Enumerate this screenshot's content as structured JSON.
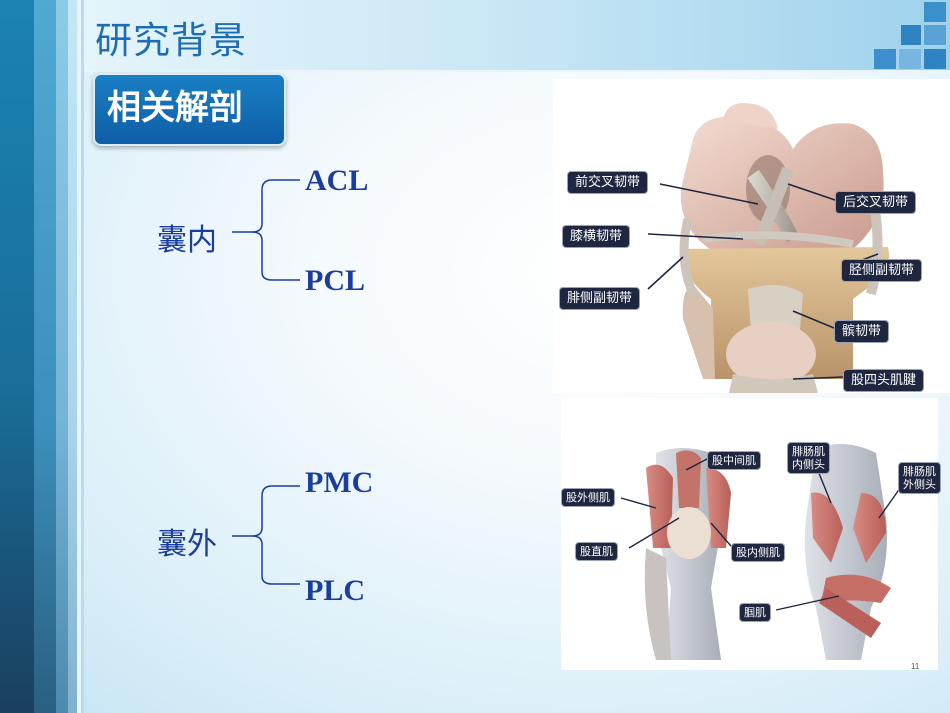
{
  "slide": {
    "title": "研究背景",
    "section_button": "相关解剖",
    "page_number": "11"
  },
  "groups": [
    {
      "category": "囊内",
      "items": [
        "ACL",
        "PCL"
      ]
    },
    {
      "category": "囊外",
      "items": [
        "PMC",
        "PLC"
      ]
    }
  ],
  "figure_top": {
    "labels": [
      "前交叉韧带",
      "后交叉韧带",
      "膝横韧带",
      "胫侧副韧带",
      "腓侧副韧带",
      "髌韧带",
      "股四头肌腱"
    ]
  },
  "figure_bottom": {
    "labels": [
      "股中间肌",
      "腓肠肌内侧头",
      "腓肠肌外侧头",
      "股外侧肌",
      "股直肌",
      "股内侧肌",
      "腘肌"
    ],
    "multiline": {
      "med_head_1": "腓肠肌",
      "med_head_2": "内侧头",
      "lat_head_1": "腓肠肌",
      "lat_head_2": "外侧头"
    }
  },
  "colors": {
    "title": "#1e6db4",
    "button": "#0e5ea6",
    "text": "#1a3d9e",
    "accent_squares": "#2f83c3"
  }
}
